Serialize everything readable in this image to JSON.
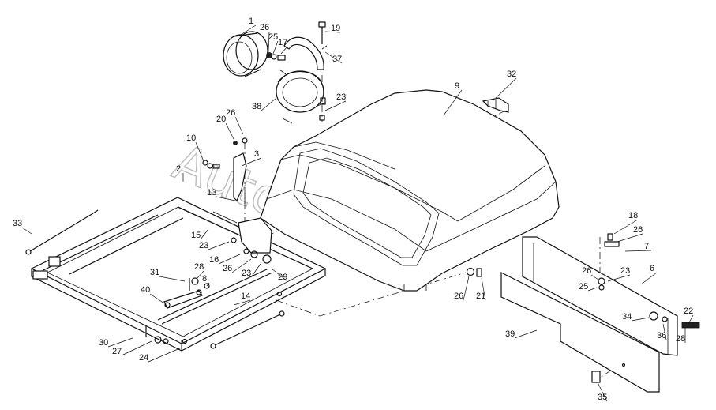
{
  "watermark": "AutoSoft.ru",
  "callouts": [
    {
      "id": "c1",
      "label": "1"
    },
    {
      "id": "c26a",
      "label": "26"
    },
    {
      "id": "c25a",
      "label": "25"
    },
    {
      "id": "c17",
      "label": "17"
    },
    {
      "id": "c19",
      "label": "19"
    },
    {
      "id": "c37",
      "label": "37"
    },
    {
      "id": "c38",
      "label": "38"
    },
    {
      "id": "c23a",
      "label": "23"
    },
    {
      "id": "c9",
      "label": "9"
    },
    {
      "id": "c32",
      "label": "32"
    },
    {
      "id": "c26b",
      "label": "26"
    },
    {
      "id": "c20",
      "label": "20"
    },
    {
      "id": "c10",
      "label": "10"
    },
    {
      "id": "c3",
      "label": "3"
    },
    {
      "id": "c2",
      "label": "2"
    },
    {
      "id": "c13",
      "label": "13"
    },
    {
      "id": "c33",
      "label": "33"
    },
    {
      "id": "c15",
      "label": "15"
    },
    {
      "id": "c23b",
      "label": "23"
    },
    {
      "id": "c16",
      "label": "16"
    },
    {
      "id": "c26c",
      "label": "26"
    },
    {
      "id": "c23c",
      "label": "23"
    },
    {
      "id": "c29",
      "label": "29"
    },
    {
      "id": "c31",
      "label": "31"
    },
    {
      "id": "c28a",
      "label": "28"
    },
    {
      "id": "c8",
      "label": "8"
    },
    {
      "id": "c40",
      "label": "40"
    },
    {
      "id": "c14",
      "label": "14"
    },
    {
      "id": "c30",
      "label": "30"
    },
    {
      "id": "c27",
      "label": "27"
    },
    {
      "id": "c24",
      "label": "24"
    },
    {
      "id": "c26d",
      "label": "26"
    },
    {
      "id": "c21",
      "label": "21"
    },
    {
      "id": "c18",
      "label": "18"
    },
    {
      "id": "c26e",
      "label": "26"
    },
    {
      "id": "c7",
      "label": "7"
    },
    {
      "id": "c6",
      "label": "6"
    },
    {
      "id": "c26f",
      "label": "26"
    },
    {
      "id": "c23d",
      "label": "23"
    },
    {
      "id": "c25b",
      "label": "25"
    },
    {
      "id": "c22",
      "label": "22"
    },
    {
      "id": "c34",
      "label": "34"
    },
    {
      "id": "c36",
      "label": "36"
    },
    {
      "id": "c28b",
      "label": "28"
    },
    {
      "id": "c39",
      "label": "39"
    },
    {
      "id": "c35",
      "label": "35"
    }
  ]
}
